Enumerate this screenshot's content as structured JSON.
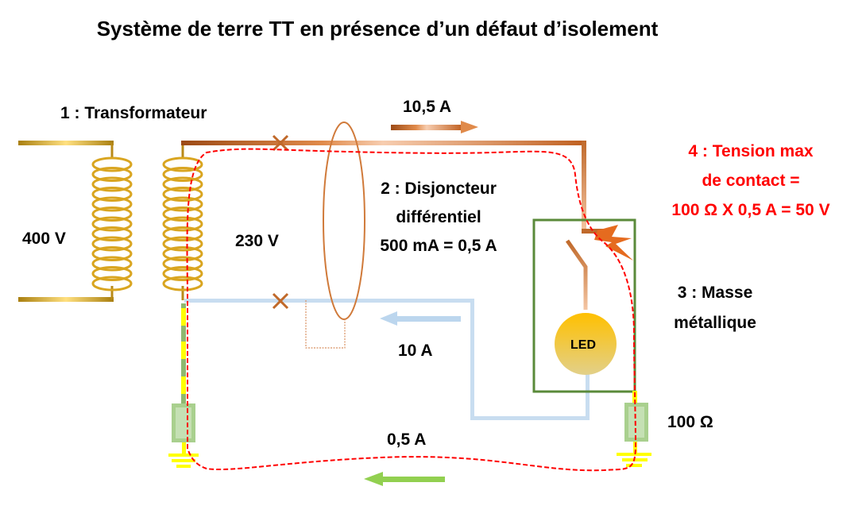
{
  "title": "Système de terre TT en présence d’un défaut d’isolement",
  "labels": {
    "transformer": "1 : Transformateur",
    "primary_voltage": "400 V",
    "secondary_voltage": "230 V",
    "breaker_line1": "2 : Disjoncteur",
    "breaker_line2": "différentiel",
    "breaker_line3": "500 mA = 0,5 A",
    "phase_current": "10,5 A",
    "neutral_current": "10 A",
    "fault_current": "0,5 A",
    "mass_line1": "3 : Masse",
    "mass_line2": "métallique",
    "earth_resistance": "100 Ω",
    "contact_line1": "4 : Tension max",
    "contact_line2": "de contact =",
    "contact_line3": "100 Ω X 0,5 A = 50 V",
    "led": "LED"
  },
  "colors": {
    "phase": "#c0692a",
    "neutral": "#bcd6ee",
    "coil": "#d9a520",
    "earth_green": "#a9d08e",
    "mass_frame": "#4e7a2e",
    "fault_path": "#ff0000",
    "led": "#ffc000",
    "ground_arrow": "#92d050"
  }
}
